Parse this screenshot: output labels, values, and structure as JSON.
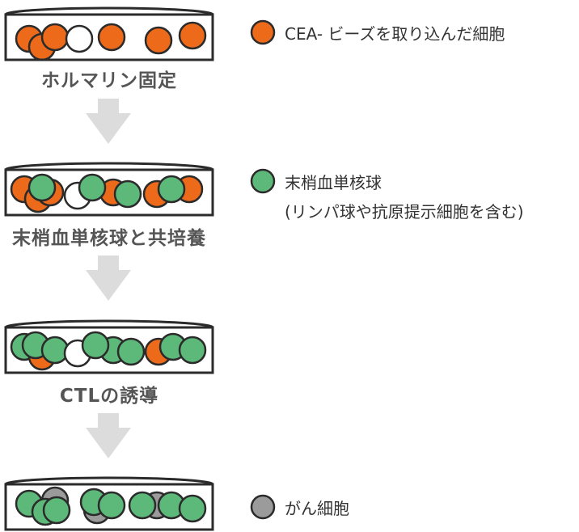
{
  "steps": [
    {
      "label": "ホルマリン固定",
      "cells": [
        {
          "type": "orange"
        },
        {
          "type": "orange"
        },
        {
          "type": "orange"
        },
        {
          "type": "white"
        },
        {
          "type": "orange"
        },
        {
          "type": "orange"
        },
        {
          "type": "orange"
        }
      ]
    },
    {
      "label": "末梢血単核球と共培養",
      "cells": [
        {
          "type": "orange"
        },
        {
          "type": "orange"
        },
        {
          "type": "orange"
        },
        {
          "type": "green"
        },
        {
          "type": "white"
        },
        {
          "type": "orange"
        },
        {
          "type": "green"
        },
        {
          "type": "green"
        },
        {
          "type": "orange"
        },
        {
          "type": "orange"
        },
        {
          "type": "green"
        }
      ]
    },
    {
      "label": "CTLの誘導",
      "cells": [
        {
          "type": "green"
        },
        {
          "type": "orange"
        },
        {
          "type": "green"
        },
        {
          "type": "green"
        },
        {
          "type": "white"
        },
        {
          "type": "green"
        },
        {
          "type": "green"
        },
        {
          "type": "green"
        },
        {
          "type": "orange"
        },
        {
          "type": "green"
        },
        {
          "type": "green"
        }
      ]
    },
    {
      "label": "",
      "cells": [
        {
          "type": "green"
        },
        {
          "type": "gray"
        },
        {
          "type": "green"
        },
        {
          "type": "green"
        },
        {
          "type": "gray"
        },
        {
          "type": "green"
        },
        {
          "type": "green"
        },
        {
          "type": "gray"
        },
        {
          "type": "green"
        },
        {
          "type": "green"
        },
        {
          "type": "green"
        }
      ]
    }
  ],
  "legend": [
    {
      "type": "orange",
      "lines": [
        "CEA- ビーズを取り込んだ細胞"
      ]
    },
    {
      "type": "green",
      "lines": [
        "末梢血単核球",
        "(リンパ球や抗原提示細胞を含む)"
      ]
    },
    {
      "type": "gray",
      "lines": [
        "がん細胞"
      ]
    }
  ],
  "colors": {
    "orange": "#EC6A1A",
    "green": "#5DB97A",
    "white": "#FFFFFF",
    "gray": "#9B9B9B",
    "outline": "#2B2B2B",
    "arrow": "#DCDCDC"
  }
}
